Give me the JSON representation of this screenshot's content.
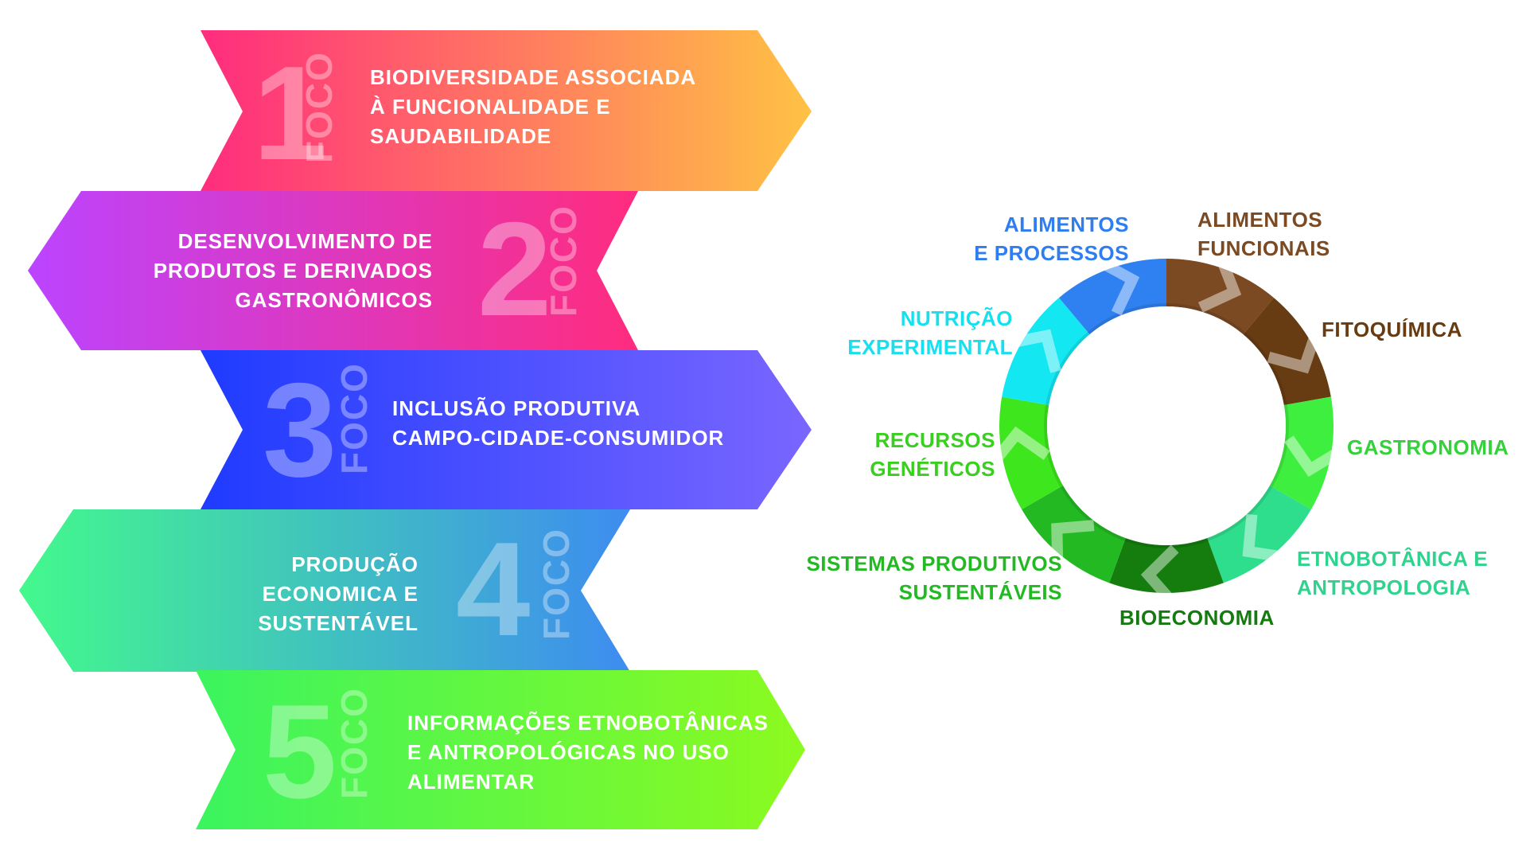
{
  "foco_word": "FOCO",
  "banners": [
    {
      "number": "1",
      "text": "BIODIVERSIDADE ASSOCIADA\nÀ FUNCIONALIDADE E\nSAUDABILIDADE",
      "color_start": "#FF2C7E",
      "color_end": "#FFC244"
    },
    {
      "number": "2",
      "text": "DESENVOLVIMENTO DE\nPRODUTOS E DERIVADOS\nGASTRONÔMICOS",
      "color_start": "#BB44FF",
      "color_end": "#FF2C7E"
    },
    {
      "number": "3",
      "text": "INCLUSÃO PRODUTIVA\nCAMPO-CIDADE-CONSUMIDOR",
      "color_start": "#1F3BFF",
      "color_end": "#7A66FF"
    },
    {
      "number": "4",
      "text": "PRODUÇÃO\nECONOMICA E\nSUSTENTÁVEL",
      "color_start": "#43F98C",
      "color_end": "#3E8CF0"
    },
    {
      "number": "5",
      "text": "INFORMAÇÕES ETNOBOTÂNICAS\nE ANTROPOLÓGICAS NO USO\nALIMENTAR",
      "color_start": "#3BF45F",
      "color_end": "#8CFA1F"
    }
  ],
  "cycle": [
    {
      "label": "ALIMENTOS\nFUNCIONAIS",
      "color": "#7B4A22",
      "text_color": "#7B4A22"
    },
    {
      "label": "FITOQUÍMICA",
      "color": "#683C12",
      "text_color": "#683C12"
    },
    {
      "label": "GASTRONOMIA",
      "color": "#3FEF3F",
      "text_color": "#34D13A"
    },
    {
      "label": "ETNOBOTÂNICA E\nANTROPOLOGIA",
      "color": "#2FDE8C",
      "text_color": "#2FD38E"
    },
    {
      "label": "BIOECONOMIA",
      "color": "#147D0E",
      "text_color": "#157A10"
    },
    {
      "label": "SISTEMAS PRODUTIVOS\nSUSTENTÁVEIS",
      "color": "#23B922",
      "text_color": "#23B922"
    },
    {
      "label": "RECURSOS\nGENÉTICOS",
      "color": "#3EE61E",
      "text_color": "#39CF1E"
    },
    {
      "label": "NUTRIÇÃO\nEXPERIMENTAL",
      "color": "#12E7F2",
      "text_color": "#16E0EE"
    },
    {
      "label": "ALIMENTOS\nE PROCESSOS",
      "color": "#2F80F0",
      "text_color": "#2F7EF0"
    }
  ]
}
